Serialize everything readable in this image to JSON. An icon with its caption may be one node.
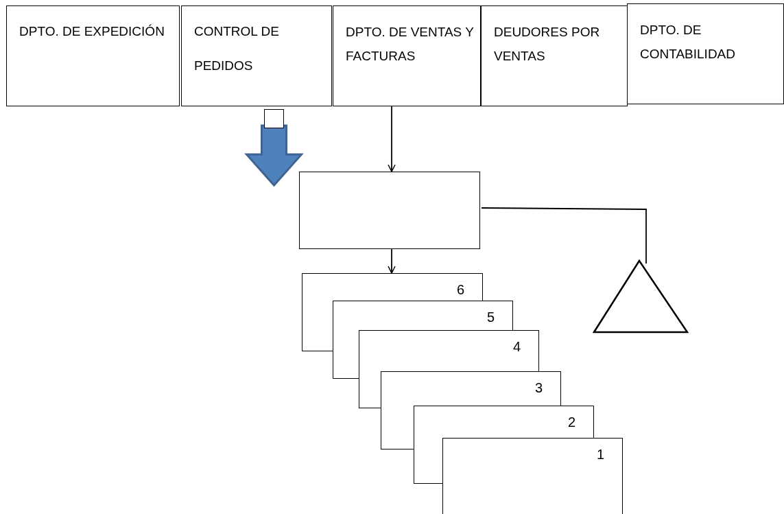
{
  "diagram": {
    "nodes": [
      {
        "text": [
          "DPTO. DE EXPEDICIÓN"
        ]
      },
      {
        "text": [
          "CONTROL DE PEDIDOS"
        ]
      },
      {
        "text": [
          "DPTO. DE VENTAS Y FACTURAS"
        ]
      },
      {
        "text": [
          "DEUDORES POR VENTAS"
        ]
      },
      {
        "text": [
          "DPTO. DE CONTABILIDAD"
        ]
      },
      {
        "text": [],
        "shape": "box"
      },
      {
        "text": [],
        "shape": "box"
      },
      {
        "text": [
          "6"
        ]
      },
      {
        "text": [
          "5"
        ]
      },
      {
        "text": [
          "4"
        ]
      },
      {
        "text": [
          "3"
        ]
      },
      {
        "text": [
          "2"
        ]
      },
      {
        "text": [
          "1"
        ]
      },
      {
        "text": [],
        "shape": "triangle"
      }
    ],
    "edges": [
      {
        "from": 2,
        "to": 6,
        "arrow": "to"
      },
      {
        "from": 6,
        "to": 7,
        "arrow": "to"
      },
      {
        "from": 6,
        "to": 13,
        "arrow": "none"
      },
      {
        "from": 5,
        "to": null,
        "arrow": "to",
        "style": "thick",
        "color": "#4f81bd"
      }
    ]
  }
}
